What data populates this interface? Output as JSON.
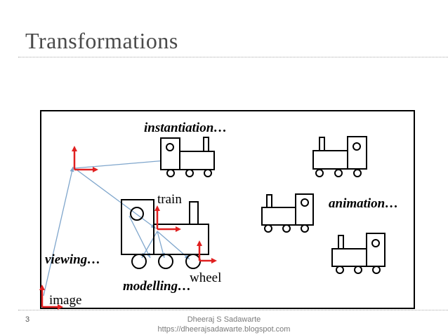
{
  "slide": {
    "title": "Transformations",
    "page_number": "3",
    "author": "Dheeraj S Sadawarte",
    "url": "https://dheerajsadawarte.blogspot.com"
  },
  "diagram": {
    "labels": {
      "instantiation": "instantiation…",
      "animation": "animation…",
      "viewing": "viewing…",
      "modelling": "modelling…",
      "train": "train",
      "wheel": "wheel",
      "image": "image"
    },
    "colors": {
      "axis": "#e02020",
      "link": "#7fa6cc",
      "stroke": "#000000"
    }
  }
}
